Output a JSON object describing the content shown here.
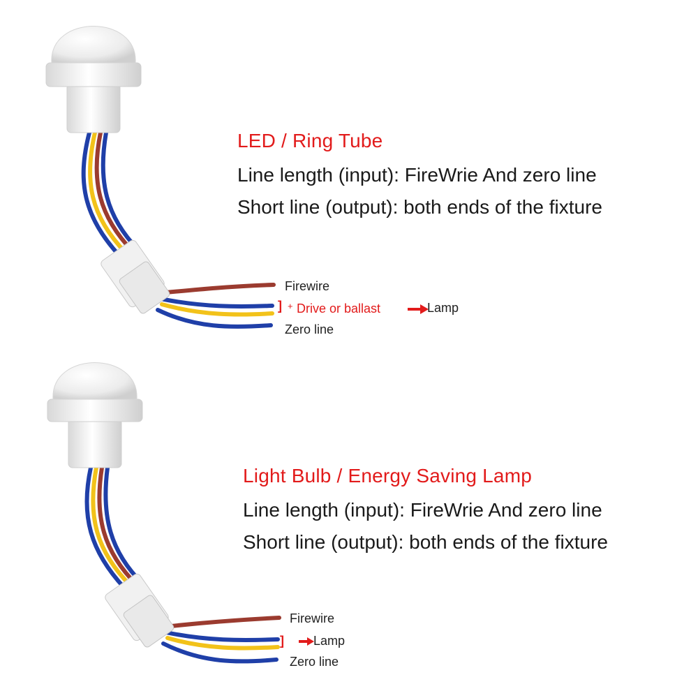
{
  "colors": {
    "title": "#e21b1b",
    "text": "#1a1a1a",
    "wire_brown": "#9b3b2f",
    "wire_blue": "#1f3fa8",
    "wire_yellow": "#f2c21a",
    "sensor_white": "#f4f4f4"
  },
  "panels": [
    {
      "title": "LED / Ring Tube",
      "line1": "Line length (input): FireWrie And zero line",
      "line2": "Short line (output): both ends of the fixture",
      "wire_labels": {
        "firewire": "Firewire",
        "plus": "+",
        "drive": "Drive or ballast",
        "lamp": "Lamp",
        "zero": "Zero line"
      }
    },
    {
      "title": "Light Bulb / Energy Saving Lamp",
      "line1": "Line length (input): FireWrie And zero line",
      "line2": "Short line (output): both ends of the fixture",
      "wire_labels": {
        "firewire": "Firewire",
        "lamp": "Lamp",
        "zero": "Zero line"
      }
    }
  ]
}
